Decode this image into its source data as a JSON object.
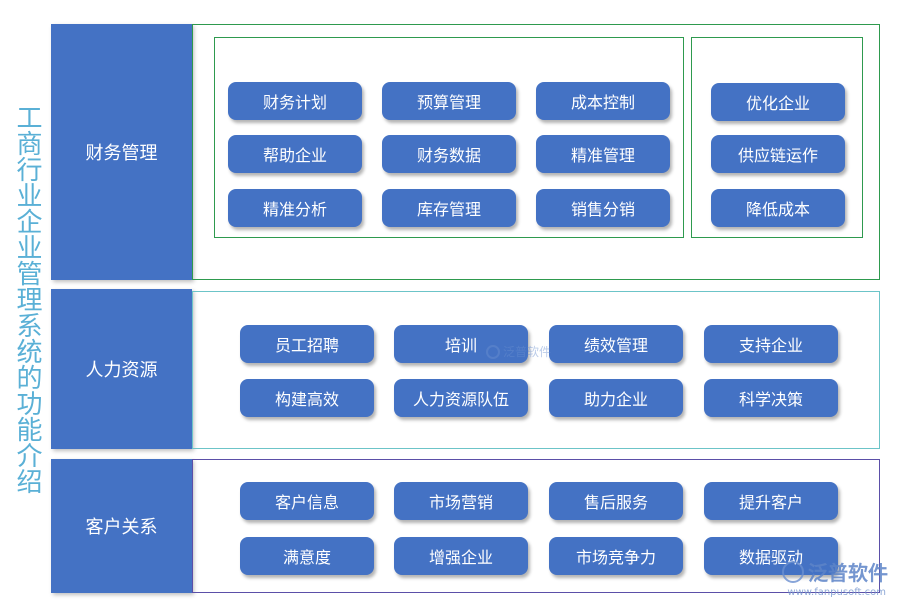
{
  "title": "工商行业企业管理系统的功能介绍",
  "sections": [
    {
      "label": "财务管理",
      "groups": [
        [
          "财务计划",
          "预算管理",
          "成本控制",
          "帮助企业",
          "财务数据",
          "精准管理",
          "精准分析",
          "库存管理",
          "销售分销"
        ],
        [
          "优化企业",
          "供应链运作",
          "降低成本"
        ]
      ]
    },
    {
      "label": "人力资源",
      "items": [
        "员工招聘",
        "培训",
        "绩效管理",
        "支持企业",
        "构建高效",
        "人力资源队伍",
        "助力企业",
        "科学决策"
      ]
    },
    {
      "label": "客户关系",
      "items": [
        "客户信息",
        "市场营销",
        "售后服务",
        "提升客户",
        "满意度",
        "增强企业",
        "市场竞争力",
        "数据驱动"
      ]
    }
  ],
  "watermark": {
    "brand": "泛普软件",
    "url": "www.fanpusoft.com"
  },
  "colors": {
    "pill": "#4472c4",
    "title": "#5ab0d6",
    "border_finance": "#2e9a4e",
    "border_hr": "#6cc4c8",
    "border_crm": "#5b4fa8"
  }
}
